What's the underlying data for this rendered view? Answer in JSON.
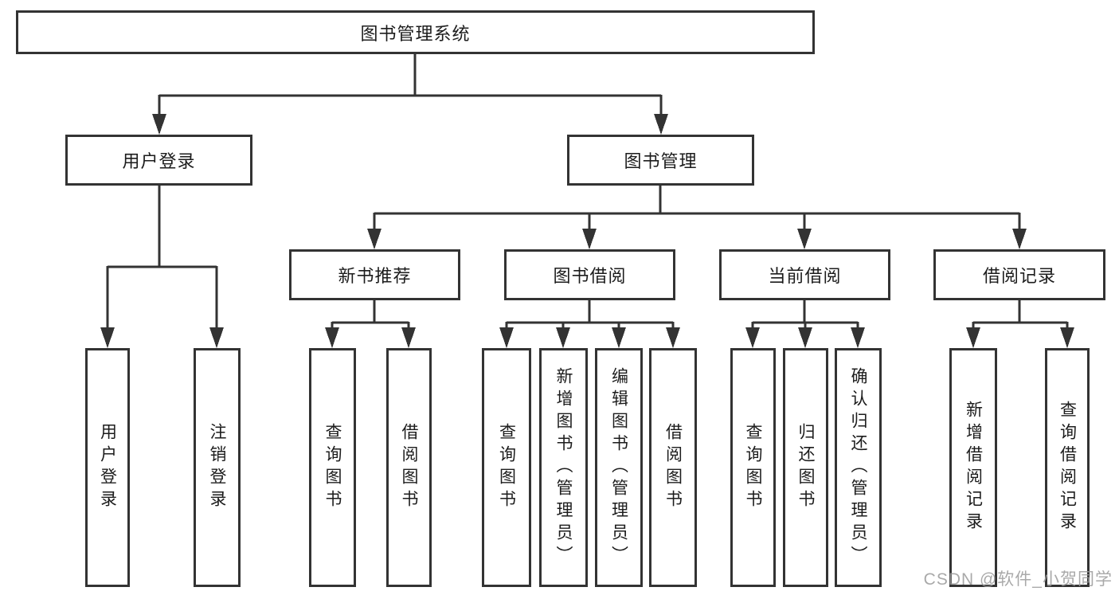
{
  "tree": {
    "root": {
      "label": "图书管理系统",
      "children": [
        {
          "label": "用户登录",
          "children": [
            {
              "label": "用户登录"
            },
            {
              "label": "注销登录"
            }
          ]
        },
        {
          "label": "图书管理",
          "children": [
            {
              "label": "新书推荐",
              "children": [
                {
                  "label": "查询图书"
                },
                {
                  "label": "借阅图书"
                }
              ]
            },
            {
              "label": "图书借阅",
              "children": [
                {
                  "label": "查询图书"
                },
                {
                  "label": "新增图书（管理员）"
                },
                {
                  "label": "编辑图书（管理员）"
                },
                {
                  "label": "借阅图书"
                }
              ]
            },
            {
              "label": "当前借阅",
              "children": [
                {
                  "label": "查询图书"
                },
                {
                  "label": "归还图书"
                },
                {
                  "label": "确认归还（管理员）"
                }
              ]
            },
            {
              "label": "借阅记录",
              "children": [
                {
                  "label": "新增借阅记录"
                },
                {
                  "label": "查询借阅记录"
                }
              ]
            }
          ]
        }
      ]
    }
  },
  "watermark": {
    "text": "CSDN @软件_小贺同学"
  },
  "colors": {
    "line": "#333333",
    "text": "#1c1c1c",
    "background": "#ffffff",
    "watermark": "#9b9b9b"
  }
}
